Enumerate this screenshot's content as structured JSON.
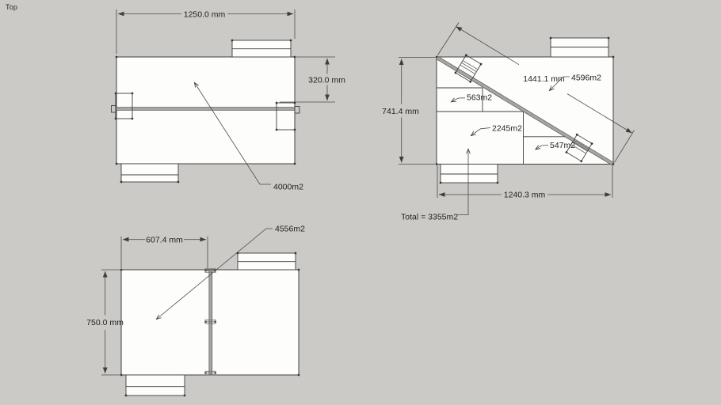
{
  "viewport": {
    "view_label": "Top"
  },
  "colors": {
    "background": "#cbcac6",
    "face": "#fdfdfc",
    "line": "#3e3e3e",
    "fold_line": "#a7a6a2",
    "text": "#212121"
  },
  "top_view": {
    "width_dim": "1250.0 mm",
    "offset_dim": "320.0 mm",
    "area_label": "4000m2"
  },
  "folded_view": {
    "height_dim": "741.4 mm",
    "diagonal_dim": "1441.1 mm",
    "bottom_dim": "1240.3 mm",
    "triangle_area": "4596m2",
    "upper_area": "563m2",
    "main_area": "2245m2",
    "lower_area": "547m2",
    "total_label": "Total = 3355m2"
  },
  "side_view": {
    "width_dim": "607.4 mm",
    "height_dim": "750.0 mm",
    "area_label": "4556m2"
  }
}
